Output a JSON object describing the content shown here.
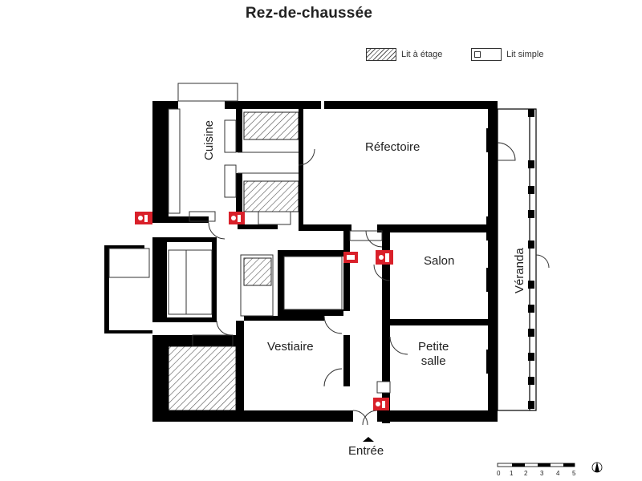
{
  "title": "Rez-de-chaussée",
  "legend": {
    "bunk_bed": "Lit à étage",
    "single_bed": "Lit simple"
  },
  "rooms": {
    "cuisine": "Cuisine",
    "refectoire": "Réfectoire",
    "salon": "Salon",
    "veranda": "Véranda",
    "vestiaire": "Vestiaire",
    "petite_salle": "Petite\nsalle",
    "entree": "Entrée"
  },
  "scale": {
    "labels": [
      "0",
      "1",
      "2",
      "3",
      "4",
      "5"
    ]
  },
  "colors": {
    "wall": "#000000",
    "fire_safety": "#d9202a",
    "hatch": "#555555"
  },
  "icons": [
    "fire-extinguisher-icon",
    "fire-alarm-icon",
    "phone-icon",
    "north-arrow-icon",
    "entrance-arrow-icon"
  ]
}
